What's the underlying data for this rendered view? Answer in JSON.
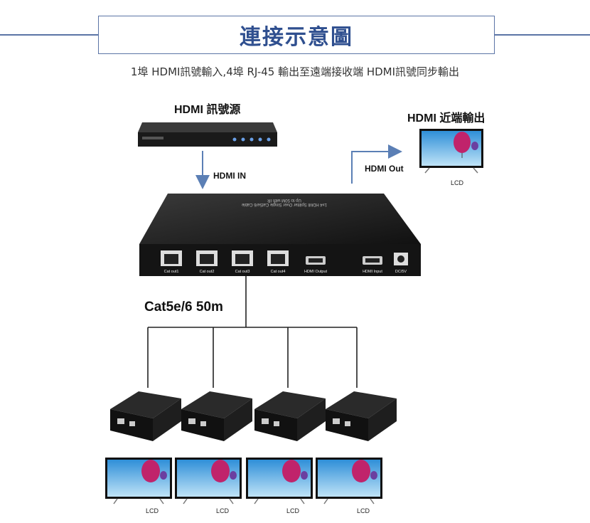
{
  "header": {
    "title": "連接示意圖",
    "subtitle": "1埠 HDMI訊號輸入,4埠 RJ-45 輸出至遠端接收端 HDMI訊號同步輸出"
  },
  "source": {
    "label": "HDMI 訊號源",
    "arrow_label": "HDMI IN"
  },
  "local_output": {
    "label": "HDMI 近端輸出",
    "arrow_label": "HDMI Out",
    "display_label": "LCD"
  },
  "splitter": {
    "top_text": "1x4 HDMI Splitter Over Single Cat5e/6 Cable",
    "top_text2": "Up to 50M with IR",
    "ports": [
      "Cat out1",
      "Cat out2",
      "Cat out3",
      "Cat out4",
      "HDMI Output",
      "HDMI Input",
      "DC/5V"
    ]
  },
  "cable": {
    "label": "Cat5e/6 50m"
  },
  "receivers": [
    {
      "display_label": "LCD"
    },
    {
      "display_label": "LCD"
    },
    {
      "display_label": "LCD"
    },
    {
      "display_label": "LCD"
    }
  ],
  "colors": {
    "title": "#2f4f8f",
    "frame": "#5b74a6",
    "arrow": "#5b7fb5",
    "line": "#222222"
  }
}
